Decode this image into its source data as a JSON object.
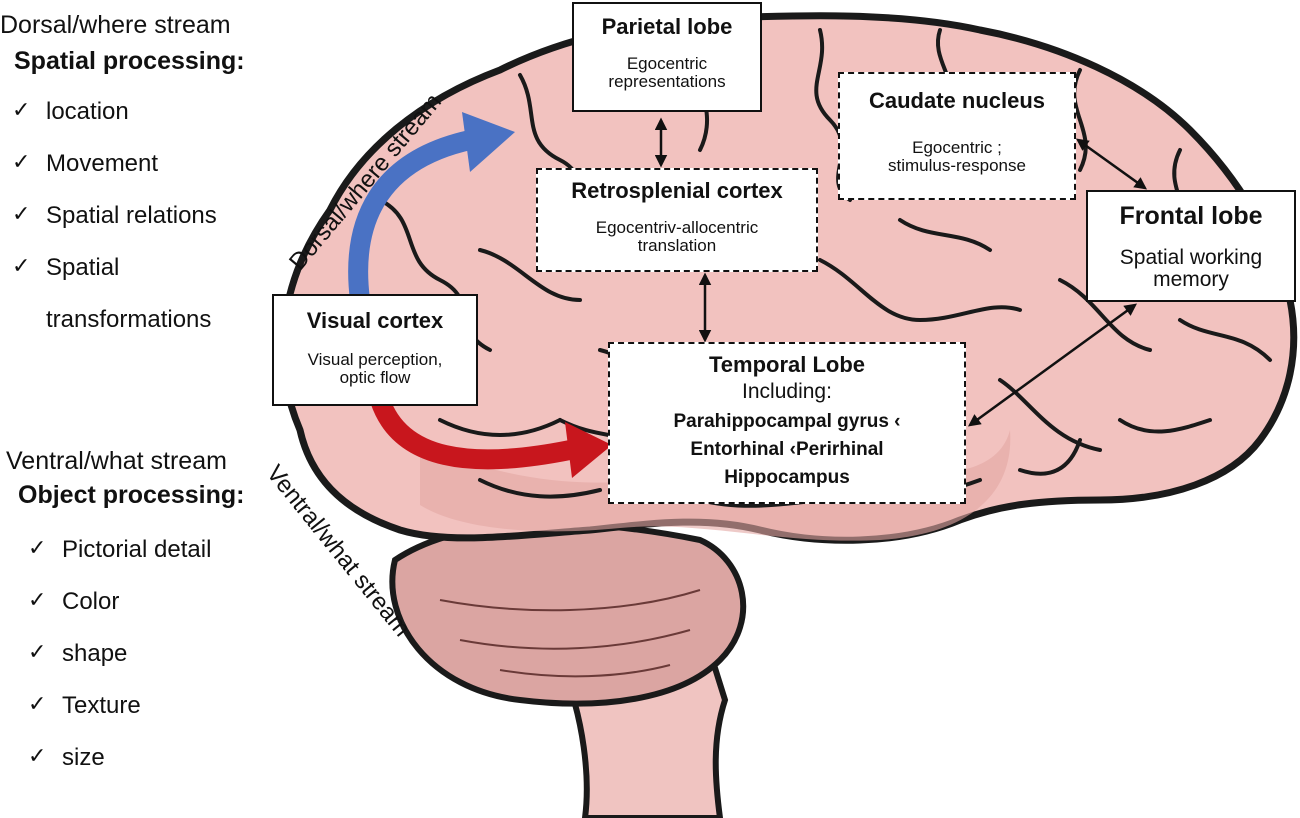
{
  "dorsal_panel": {
    "stream_name": "Dorsal/where stream",
    "heading": "Spatial processing:",
    "items": [
      "location",
      "Movement",
      "Spatial relations",
      "Spatial",
      "transformations"
    ]
  },
  "ventral_panel": {
    "stream_name": "Ventral/what stream",
    "heading": "Object processing:",
    "items": [
      "Pictorial detail",
      "Color",
      "shape",
      "Texture",
      "size"
    ]
  },
  "tick_glyph": "✓",
  "stream_labels": {
    "dorsal": "Dorsal/where stream",
    "ventral": "Ventral/what stream"
  },
  "boxes": {
    "parietal": {
      "title": "Parietal lobe",
      "line1": "Egocentric",
      "line2": "representations"
    },
    "caudate": {
      "title": "Caudate nucleus",
      "line1": "Egocentric ;",
      "line2": "stimulus-response"
    },
    "retrosplenial": {
      "title": "Retrosplenial cortex",
      "line1": "Egocentriv-allocentric",
      "line2": "translation"
    },
    "frontal": {
      "title": "Frontal lobe",
      "line1": "Spatial working",
      "line2": "memory"
    },
    "visual": {
      "title": "Visual cortex",
      "line1": "Visual perception,",
      "line2": "optic flow"
    },
    "temporal": {
      "title": "Temporal Lobe",
      "sub": "Including:",
      "line1": "Parahippocampal gyrus ‹",
      "line2": "Entorhinal ‹Perirhinal",
      "line3": "Hippocampus"
    }
  },
  "colors": {
    "brain_fill": "#f2c2bf",
    "brain_shade": "#e3a7a3",
    "cerebellum": "#d9a3a0",
    "outline": "#1a1a1a",
    "dorsal_arrow": "#4a72c4",
    "ventral_arrow": "#c8161d"
  }
}
